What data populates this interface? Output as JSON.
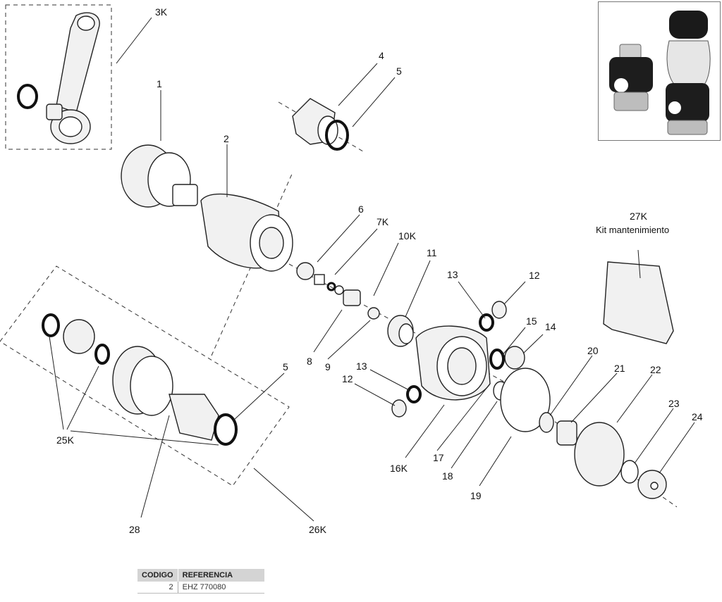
{
  "labels": [
    {
      "id": "1",
      "text": "1"
    },
    {
      "id": "2",
      "text": "2"
    },
    {
      "id": "3k",
      "text": "3K"
    },
    {
      "id": "4",
      "text": "4"
    },
    {
      "id": "5a",
      "text": "5"
    },
    {
      "id": "5b",
      "text": "5"
    },
    {
      "id": "6",
      "text": "6"
    },
    {
      "id": "7k",
      "text": "7K"
    },
    {
      "id": "8",
      "text": "8"
    },
    {
      "id": "9",
      "text": "9"
    },
    {
      "id": "10k",
      "text": "10K"
    },
    {
      "id": "11",
      "text": "11"
    },
    {
      "id": "12a",
      "text": "12"
    },
    {
      "id": "12b",
      "text": "12"
    },
    {
      "id": "13a",
      "text": "13"
    },
    {
      "id": "13b",
      "text": "13"
    },
    {
      "id": "14",
      "text": "14"
    },
    {
      "id": "15",
      "text": "15"
    },
    {
      "id": "16k",
      "text": "16K"
    },
    {
      "id": "17",
      "text": "17"
    },
    {
      "id": "18",
      "text": "18"
    },
    {
      "id": "19",
      "text": "19"
    },
    {
      "id": "20",
      "text": "20"
    },
    {
      "id": "21",
      "text": "21"
    },
    {
      "id": "22",
      "text": "22"
    },
    {
      "id": "23",
      "text": "23"
    },
    {
      "id": "24",
      "text": "24"
    },
    {
      "id": "25k",
      "text": "25K"
    },
    {
      "id": "26k",
      "text": "26K"
    },
    {
      "id": "27k",
      "text": "27K"
    },
    {
      "id": "28",
      "text": "28"
    }
  ],
  "kit_caption": "Kit mantenimiento",
  "table": {
    "headers": [
      "CODIGO",
      "REFERENCIA"
    ],
    "rows": [
      [
        "2",
        "EHZ 770080"
      ]
    ]
  }
}
